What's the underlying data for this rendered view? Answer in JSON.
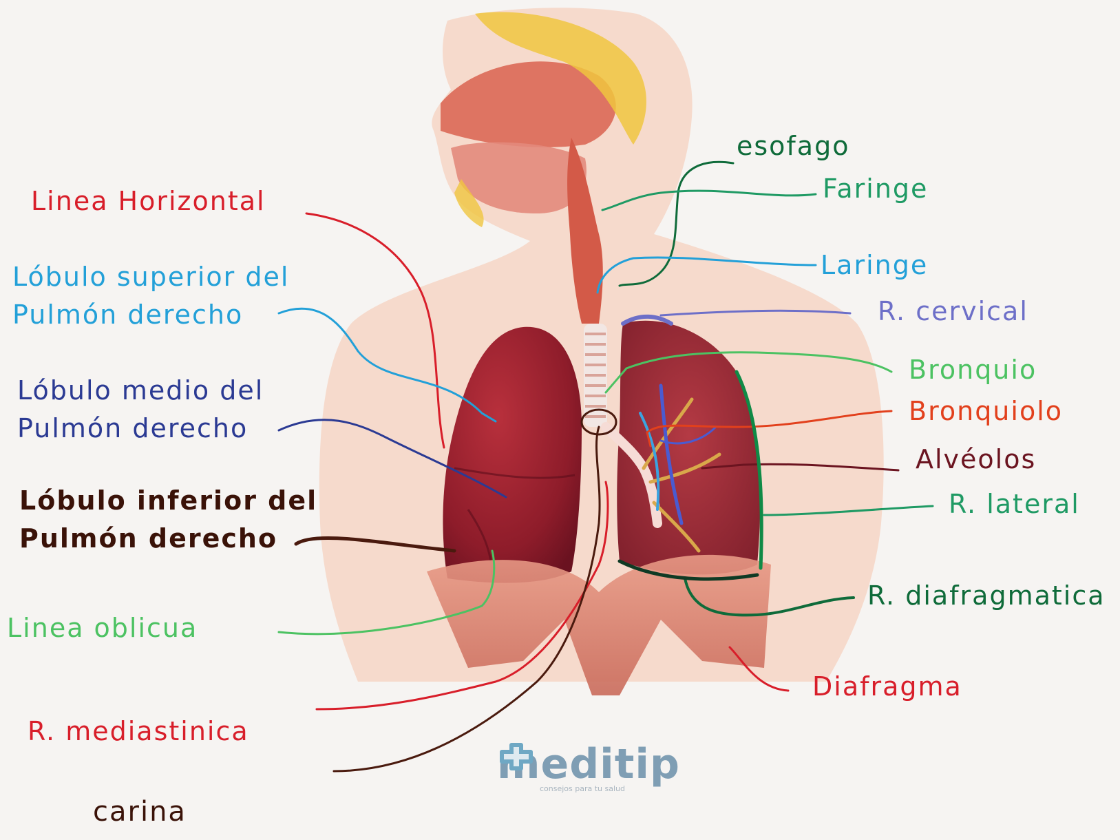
{
  "labels": {
    "linea_horizontal": "Linea Horizontal",
    "lobulo_superior": [
      "Lóbulo superior del",
      "Pulmón derecho"
    ],
    "lobulo_medio": [
      "Lóbulo medio del",
      "Pulmón derecho"
    ],
    "lobulo_inferior": [
      "Lóbulo inferior del",
      "Pulmón derecho"
    ],
    "linea_oblicua": "Linea oblicua",
    "r_mediastinica": "R. mediastinica",
    "carina": "carina",
    "esofago": "esofago",
    "faringe": "Faringe",
    "laringe": "Laringe",
    "r_cervical": "R. cervical",
    "bronquio": "Bronquio",
    "bronquiolo": "Bronquiolo",
    "alveolos": "Alvéolos",
    "r_lateral": "R. lateral",
    "r_diafragmatica": "R. diafragmatica",
    "diafragma": "Diafragma"
  },
  "brand": {
    "name": "meditip",
    "tagline": "consejos para tu salud"
  },
  "colors": {
    "red": "#d81e2a",
    "light_blue": "#23a0d8",
    "navy": "#2b3a93",
    "brown": "#4a1a0e",
    "green": "#4cc262",
    "dark_green": "#0f6b3a",
    "teal_green": "#1f9a64",
    "violet": "#6d6fc8",
    "orange_red": "#e2401c",
    "maroon": "#6b1420",
    "skin": "#f3cdb8",
    "lung": "#9a1f2c",
    "muscle": "#d8796a"
  }
}
